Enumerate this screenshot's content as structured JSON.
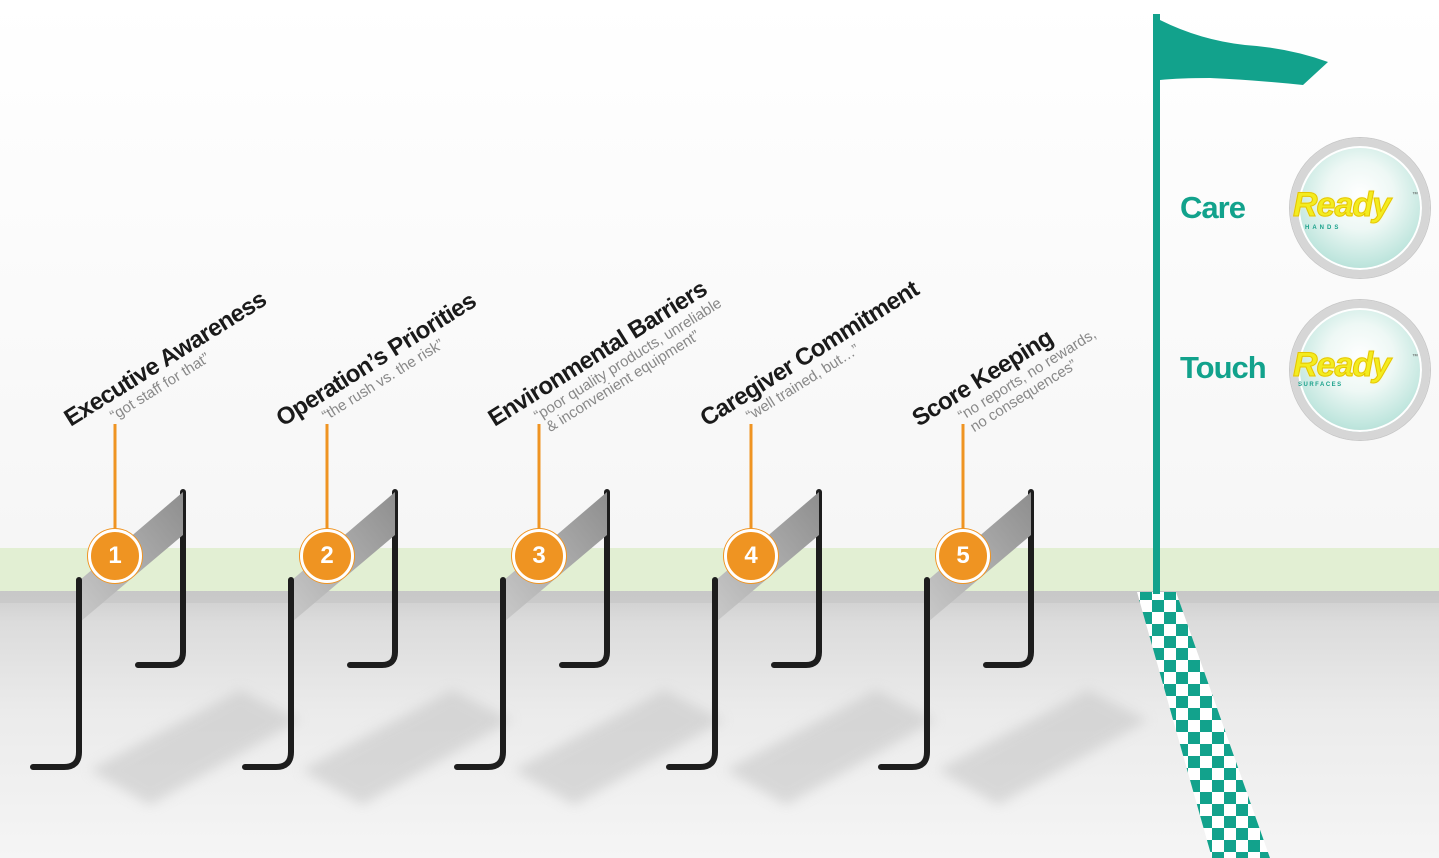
{
  "hurdles": [
    {
      "number": "1",
      "title": "Executive Awareness",
      "quote": "“got staff for that”"
    },
    {
      "number": "2",
      "title": "Operation’s Priorities",
      "quote": "“the rush vs. the risk”"
    },
    {
      "number": "3",
      "title": "Environmental Barriers",
      "quote": "“poor quality products, unreliable\n & inconvenient equipment”"
    },
    {
      "number": "4",
      "title": "Caregiver Commitment",
      "quote": "“well trained, but…”"
    },
    {
      "number": "5",
      "title": "Score Keeping",
      "quote": "“no reports, no rewards,\n no consequences”"
    }
  ],
  "finish": {
    "brands": [
      {
        "word": "Care",
        "ready": "Ready",
        "sub": "HANDS"
      },
      {
        "word": "Touch",
        "ready": "Ready",
        "sub": "SURFACES"
      }
    ],
    "trademark": "™"
  },
  "colors": {
    "accent_orange": "#ef9422",
    "flag_teal": "#12a28c",
    "ready_yellow": "#f3ec1f",
    "track_green": "#e2efd3",
    "hurdle_black": "#1d1d1d"
  }
}
